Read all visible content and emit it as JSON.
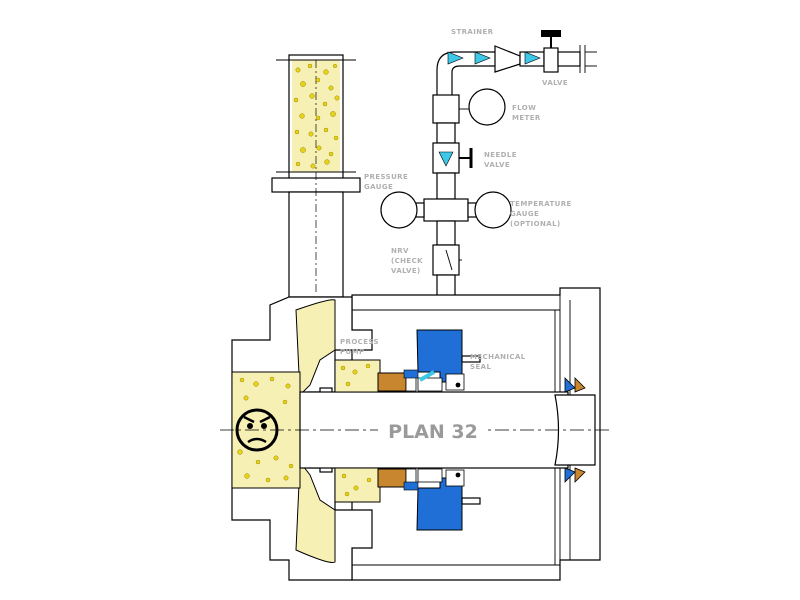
{
  "diagram": {
    "title": "PLAN 32",
    "labels": {
      "strainer": "STRAINER",
      "valve": "VALVE",
      "flow_meter": [
        "FLOW",
        "METER"
      ],
      "needle_valve": [
        "NEEDLE",
        "VALVE"
      ],
      "pressure_gauge": [
        "PRESSURE",
        "GAUGE"
      ],
      "temperature_gauge": [
        "TEMPERATURE",
        "GAUGE",
        "(OPTIONAL)"
      ],
      "nrv": [
        "NRV",
        "(CHECK",
        "VALVE)"
      ],
      "process_pump": [
        "PROCESS",
        "PUMP"
      ],
      "mechanical_seal": [
        "MECHANICAL",
        "SEAL"
      ]
    },
    "colors": {
      "process_fluid": "#f7f0b4",
      "particles": "#e6d21a",
      "flush_arrow": "#3cc8e6",
      "seal_housing": "#1f6fd6",
      "seal_parts": "#c8862f",
      "pipe": "#ffffff",
      "outline": "#000000",
      "label_gray": "#b0b0b0"
    },
    "icons": [
      "angry-face-icon",
      "flow-arrow-icon",
      "valve-handwheel-icon"
    ]
  }
}
